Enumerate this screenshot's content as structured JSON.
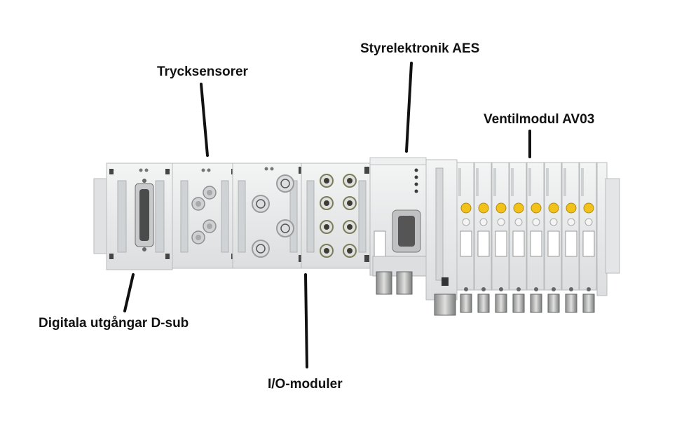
{
  "labels": {
    "trycksensorer": "Trycksensorer",
    "styrelektronik": "Styrelektronik AES",
    "ventilmodul": "Ventilmodul AV03",
    "dsub": "Digitala utgångar D-sub",
    "io": "I/O-moduler"
  },
  "colors": {
    "housing": "#e9eaea",
    "housing_edge": "#b8bbbd",
    "dark": "#3a3a3a",
    "valve_knob": "#f2c21a",
    "line": "#111111"
  }
}
